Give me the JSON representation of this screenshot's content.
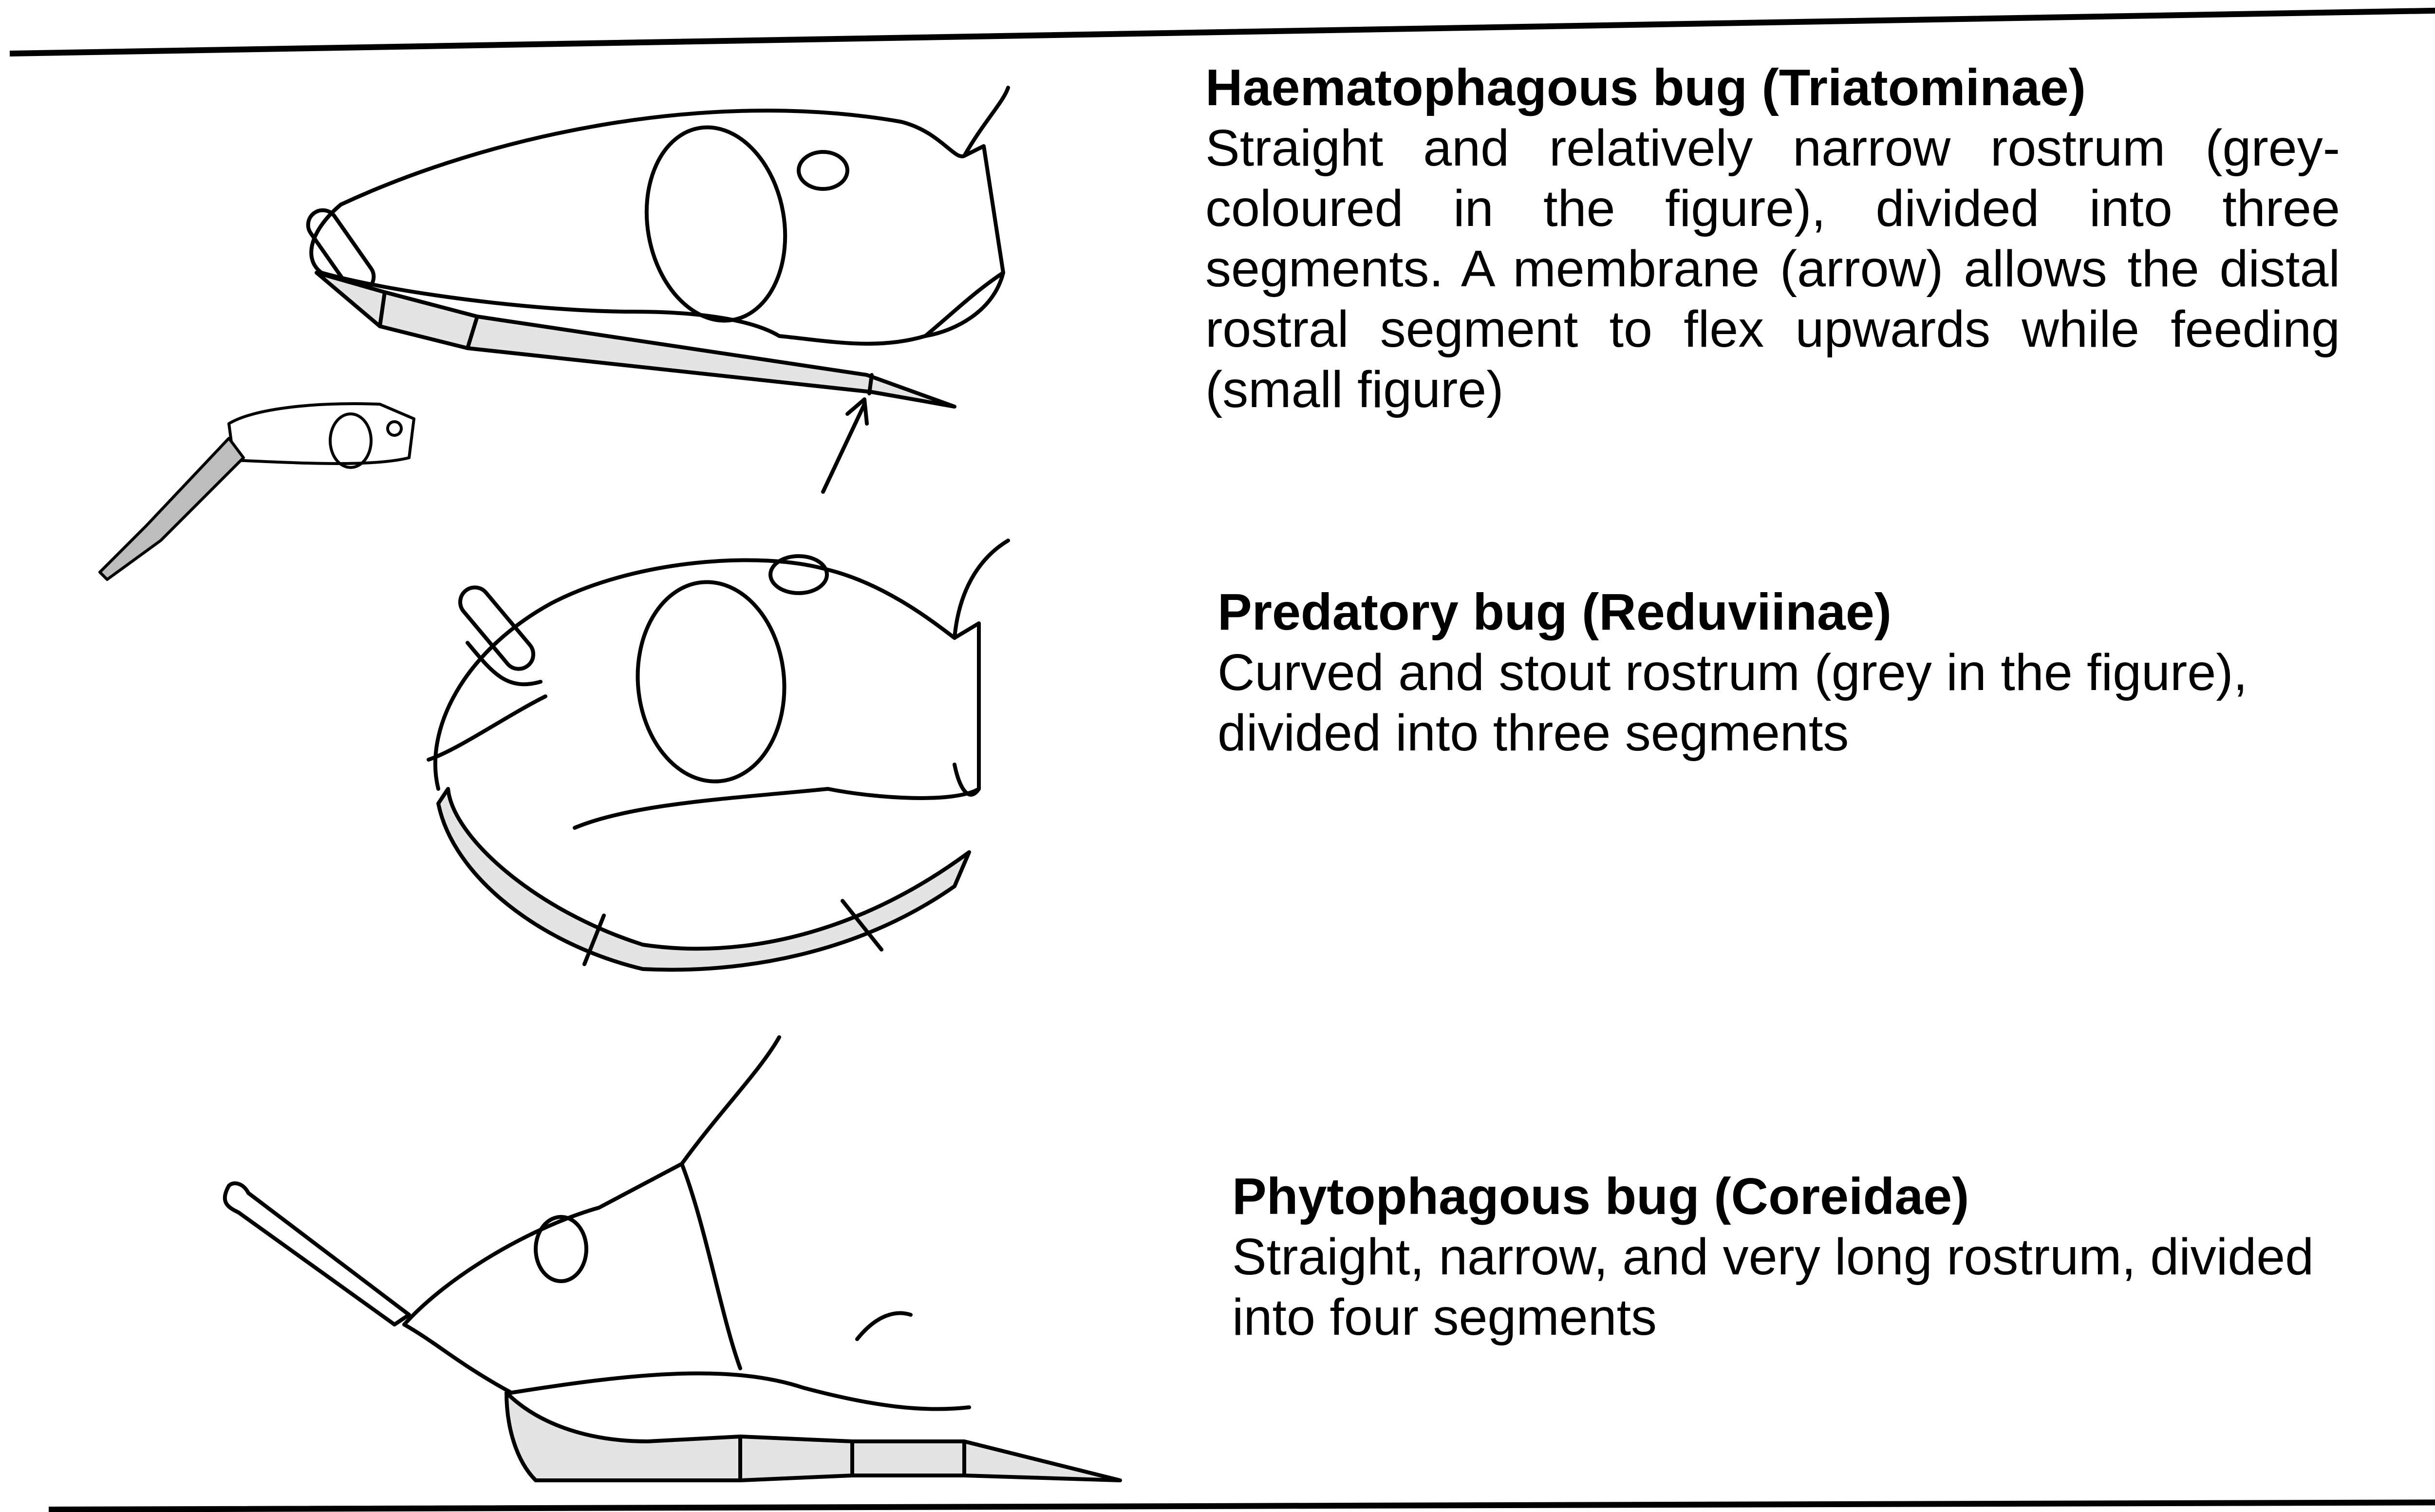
{
  "figure": {
    "line_color": "#000000",
    "rostrum_fill": "#e4e4e4",
    "background": "#ffffff"
  },
  "panels": [
    {
      "title": "Haematophagous bug (Triatominae)",
      "description": "Straight and relatively narrow rostrum (grey-coloured in the figure), divided into three segments. A membrane (arrow) allows the distal rostral segment to flex upwards while feeding (small figure)"
    },
    {
      "title": "Predatory bug (Reduviinae)",
      "description": "Curved and stout rostrum (grey in the figure), divided into three segments"
    },
    {
      "title": "Phytophagous bug (Coreidae)",
      "description": "Straight, narrow, and very long rostrum, divided into four segments"
    }
  ]
}
